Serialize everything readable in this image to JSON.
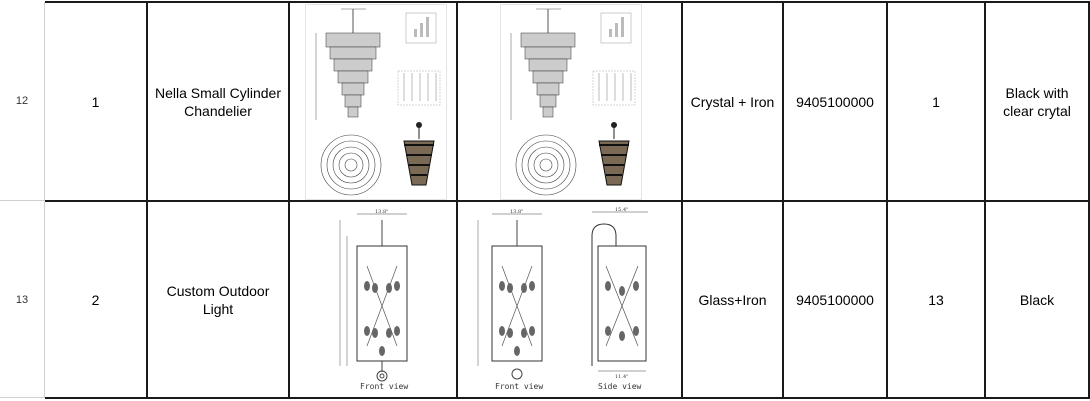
{
  "rows": [
    {
      "row_number": "12",
      "no": "1",
      "name": "Nella Small Cylinder Chandelier",
      "material": "Crystal + Iron",
      "hs_code": "9405100000",
      "qty": "1",
      "color": "Black with clear crytal"
    },
    {
      "row_number": "13",
      "no": "2",
      "name": "Custom Outdoor Light",
      "material": "Glass+Iron",
      "hs_code": "9405100000",
      "qty": "13",
      "color": "Black",
      "drawing_labels": {
        "front_view": "Front view",
        "side_view": "Side view",
        "width_front": "13.8\"",
        "width_side": "15.4\"",
        "depth_side": "11.4\""
      }
    }
  ]
}
